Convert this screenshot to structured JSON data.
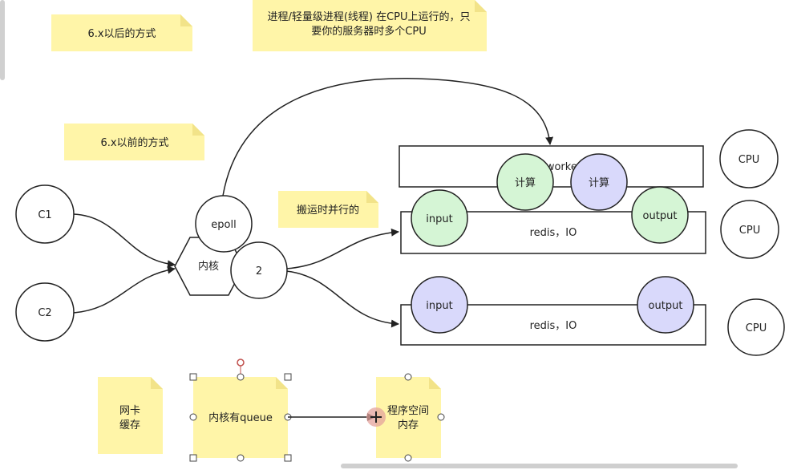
{
  "notes": {
    "after_6x": "6.x以后的方式",
    "process_line1": "进程/轻量级进程(线程)    在CPU上运行的，只",
    "process_line2": "要你的服务器时多个CPU",
    "before_6x": "6.x以前的方式",
    "move_parallel": "搬运时并行的",
    "nic_line1": "网卡",
    "nic_line2": "缓存",
    "kernel_queue": "内核有queue",
    "prog_line1": "程序空间",
    "prog_line2": "内存"
  },
  "nodes": {
    "c1": "C1",
    "c2": "C2",
    "epoll": "epoll",
    "kernel": "内核",
    "num2": "2",
    "worker": "worker",
    "calc1": "计算",
    "calc2": "计算",
    "input1": "input",
    "output1": "output",
    "redis_io_1": "redis，IO",
    "input2": "input",
    "output2": "output",
    "redis_io_2": "redis，IO",
    "cpu1": "CPU",
    "cpu2": "CPU",
    "cpu3": "CPU"
  },
  "colors": {
    "note_fill": "#fff5a8",
    "green_fill": "#d5f5d5",
    "purple_fill": "#d9d9fb",
    "stroke": "#222222",
    "handle": "#c0504d"
  }
}
